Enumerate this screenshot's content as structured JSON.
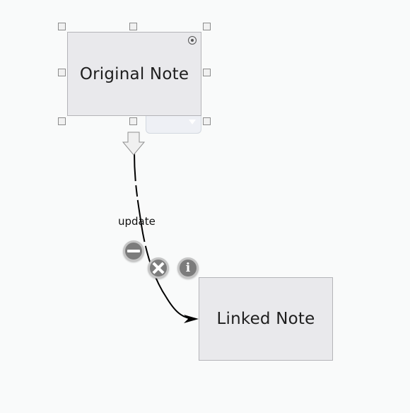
{
  "notes": {
    "original": {
      "title": "Original Note"
    },
    "linked": {
      "title": "Linked Note"
    }
  },
  "link": {
    "label": "update"
  },
  "icons": {
    "target": "target-icon",
    "dropdown": "dropdown-triangle-icon",
    "detach": "minus-circle-icon",
    "remove": "x-circle-icon",
    "info": "info-icon",
    "info_glyph": "i",
    "link_start": "arrow-down-icon",
    "link_end": "arrowhead-icon"
  },
  "colors": {
    "background": "#f9fafa",
    "note_fill": "#e9e9ec",
    "note_border": "#b4b4b8",
    "button_fill": "#7c7c7c",
    "link_line": "#000000"
  }
}
